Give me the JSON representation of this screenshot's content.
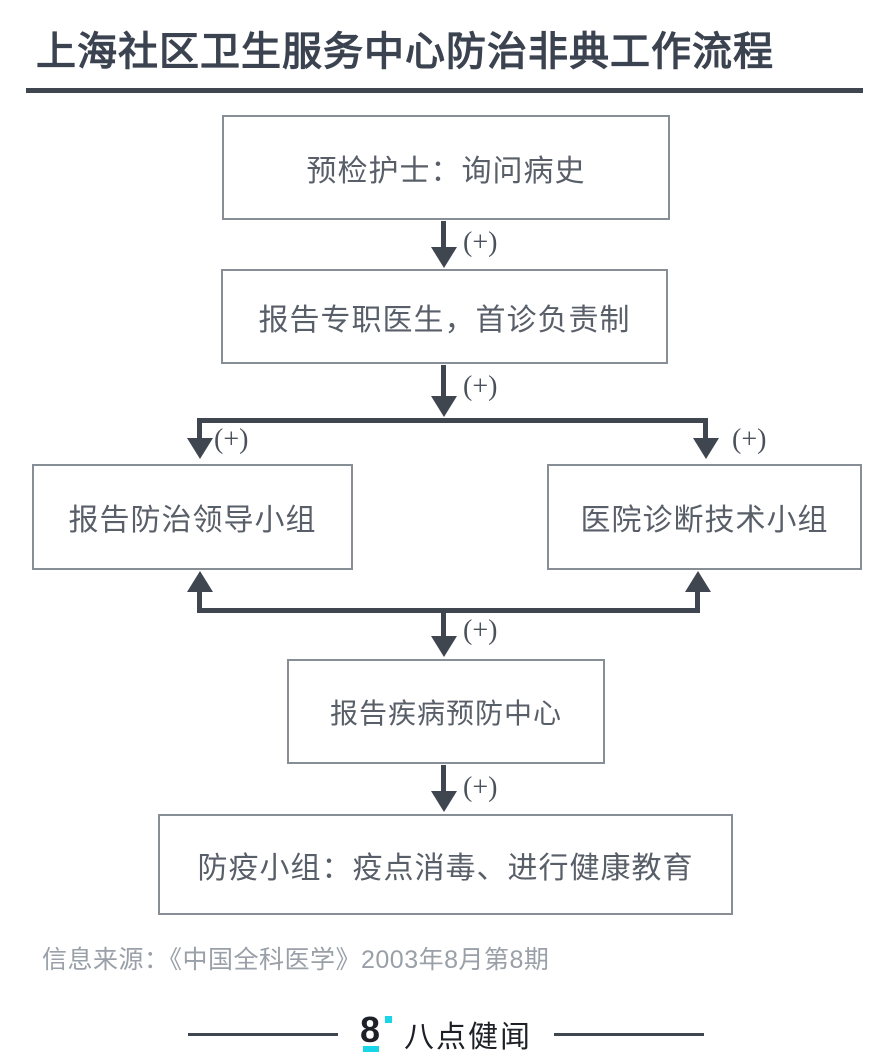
{
  "header": {
    "title": "上海社区卫生服务中心防治非典工作流程"
  },
  "flow": {
    "nodes": [
      {
        "id": "triage",
        "label": "预检护士：询问病史"
      },
      {
        "id": "doctor",
        "label": "报告专职医生，首诊负责制"
      },
      {
        "id": "leadgrp",
        "label": "报告防治领导小组"
      },
      {
        "id": "diaggrp",
        "label": "医院诊断技术小组"
      },
      {
        "id": "cdc",
        "label": "报告疾病预防中心"
      },
      {
        "id": "epigrp",
        "label": "防疫小组：疫点消毒、进行健康教育"
      }
    ],
    "edge_labels": {
      "triage_to_doctor": "(+)",
      "doctor_to_split": "(+)",
      "split_to_left": "(+)",
      "split_to_right": "(+)",
      "merge_to_cdc": "(+)",
      "cdc_to_epigrp": "(+)"
    }
  },
  "footer": {
    "source": "信息来源：《中国全科医学》2003年8月第8期",
    "brand_mark": "8",
    "brand_name": "八点健闻"
  },
  "colors": {
    "ink": "#3f4650",
    "box_border": "#888e96",
    "box_text": "#595f69",
    "muted": "#9aa0a8",
    "accent": "#19d6e6",
    "background": "#ffffff"
  }
}
